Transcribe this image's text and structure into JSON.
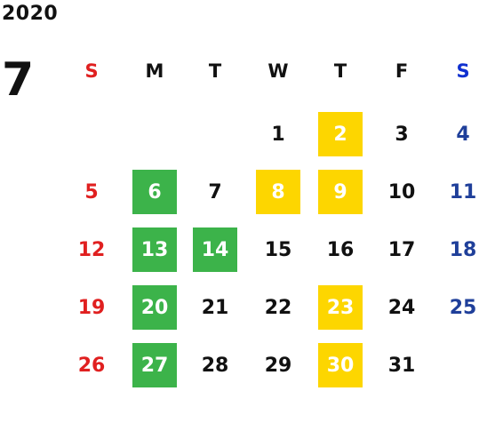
{
  "calendar": {
    "year": "2020",
    "month": "7",
    "colors": {
      "sunday": "#e02020",
      "saturday": "#1f3f9a",
      "weekday": "#111111",
      "green_highlight": "#3cb34a",
      "yellow_highlight": "#fdd600",
      "highlight_text": "#ffffff"
    },
    "weekdays": [
      {
        "label": "S",
        "kind": "sunday"
      },
      {
        "label": "M",
        "kind": "weekday"
      },
      {
        "label": "T",
        "kind": "weekday"
      },
      {
        "label": "W",
        "kind": "weekday"
      },
      {
        "label": "T",
        "kind": "weekday"
      },
      {
        "label": "F",
        "kind": "weekday"
      },
      {
        "label": "S",
        "kind": "saturday"
      }
    ],
    "weeks": [
      [
        null,
        null,
        null,
        {
          "day": "1"
        },
        {
          "day": "2",
          "highlight": "yellow"
        },
        {
          "day": "3"
        },
        {
          "day": "4"
        }
      ],
      [
        {
          "day": "5"
        },
        {
          "day": "6",
          "highlight": "green"
        },
        {
          "day": "7"
        },
        {
          "day": "8",
          "highlight": "yellow"
        },
        {
          "day": "9",
          "highlight": "yellow"
        },
        {
          "day": "10"
        },
        {
          "day": "11"
        }
      ],
      [
        {
          "day": "12"
        },
        {
          "day": "13",
          "highlight": "green"
        },
        {
          "day": "14",
          "highlight": "green"
        },
        {
          "day": "15"
        },
        {
          "day": "16"
        },
        {
          "day": "17"
        },
        {
          "day": "18"
        }
      ],
      [
        {
          "day": "19"
        },
        {
          "day": "20",
          "highlight": "green"
        },
        {
          "day": "21"
        },
        {
          "day": "22"
        },
        {
          "day": "23",
          "highlight": "yellow"
        },
        {
          "day": "24"
        },
        {
          "day": "25"
        }
      ],
      [
        {
          "day": "26"
        },
        {
          "day": "27",
          "highlight": "green"
        },
        {
          "day": "28"
        },
        {
          "day": "29"
        },
        {
          "day": "30",
          "highlight": "yellow"
        },
        {
          "day": "31"
        },
        null
      ]
    ]
  }
}
